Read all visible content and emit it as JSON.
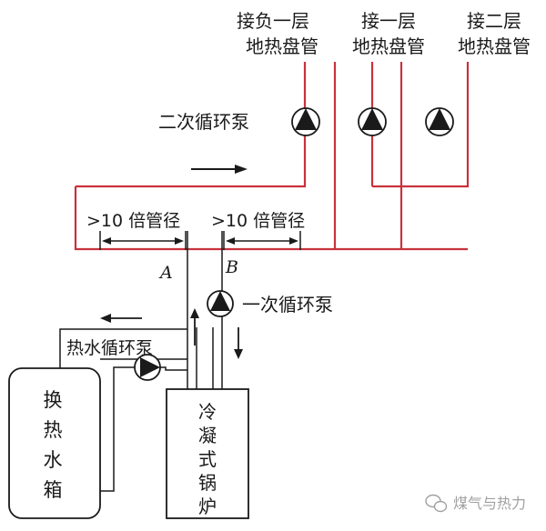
{
  "labels": {
    "floor_minus1_line1": "接负一层",
    "floor_minus1_line2": "地热盘管",
    "floor1_line1": "接一层",
    "floor1_line2": "地热盘管",
    "floor2_line1": "接二层",
    "floor2_line2": "地热盘管",
    "secondary_pump": "二次循环泵",
    "dist_left": ">10 倍管径",
    "dist_right": ">10 倍管径",
    "point_a": "A",
    "point_b": "B",
    "primary_pump": "一次循环泵",
    "hot_water_pump": "热水循环泵",
    "tank_line1": "换",
    "tank_line2": "热",
    "tank_line3": "水",
    "tank_line4": "箱",
    "boiler_line1": "冷",
    "boiler_line2": "凝",
    "boiler_line3": "式",
    "boiler_line4": "锅",
    "boiler_line5": "炉",
    "watermark": "煤气与热力"
  },
  "colors": {
    "pipe": "#c8323c",
    "line": "#1a1a1a",
    "watermark": "#a0a0a0"
  }
}
